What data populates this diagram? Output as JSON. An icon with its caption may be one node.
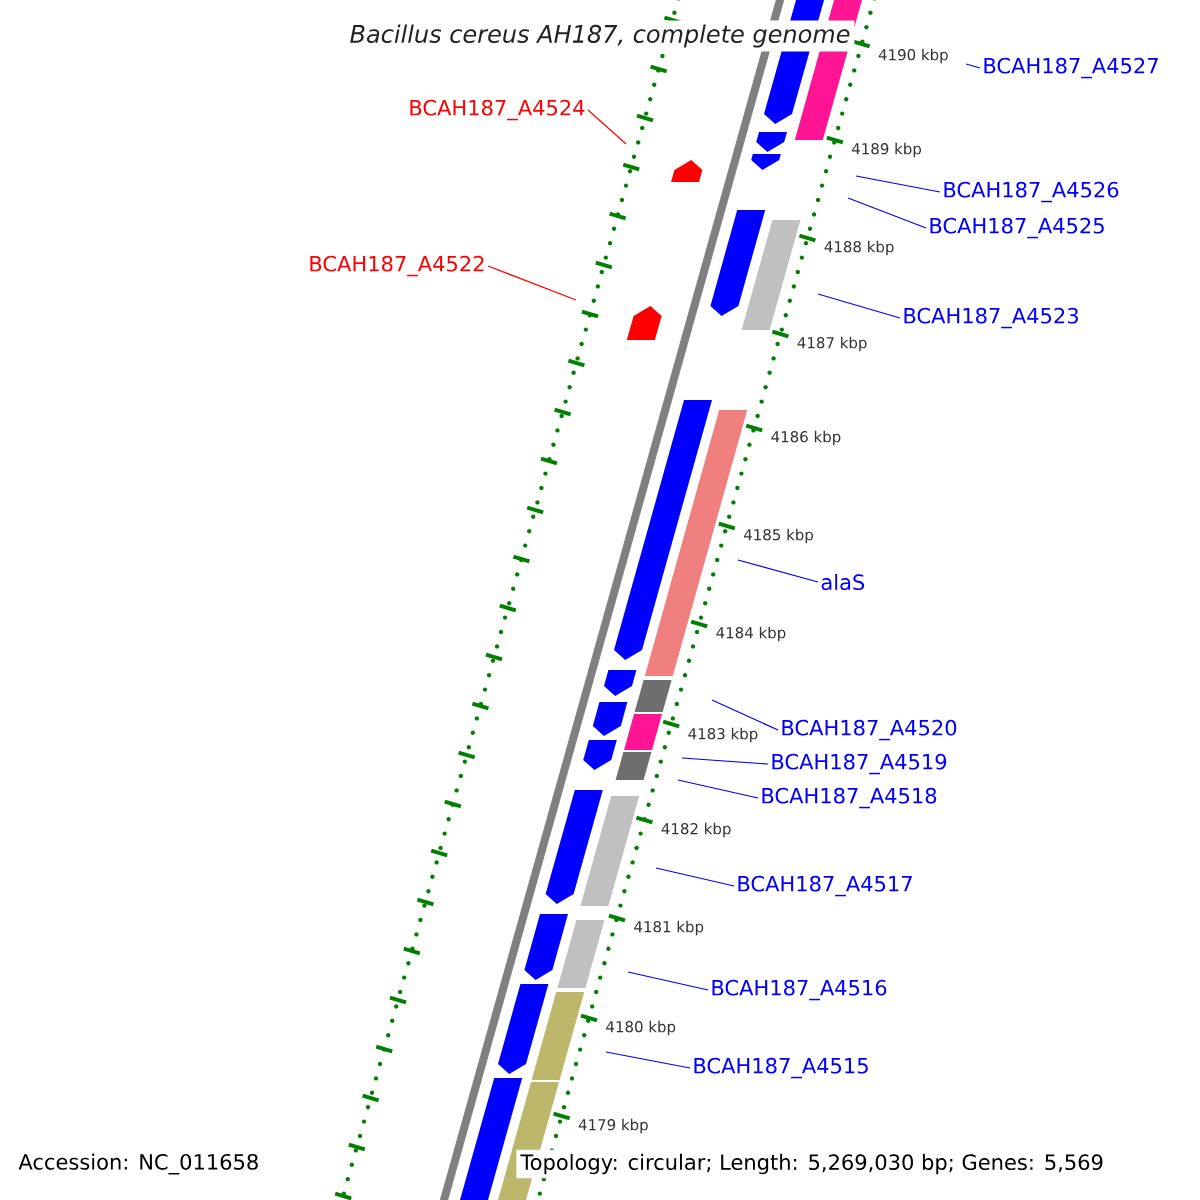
{
  "diagram": {
    "title": "Bacillus cereus AH187, complete genome",
    "nodes": [
      {
        "text": [
          "BCAH187_A4527"
        ]
      },
      {
        "text": [
          "BCAH187_A4524"
        ]
      },
      {
        "text": [
          "BCAH187_A4526"
        ]
      },
      {
        "text": [
          "BCAH187_A4525"
        ]
      },
      {
        "text": [
          "BCAH187_A4522"
        ]
      },
      {
        "text": [
          "BCAH187_A4523"
        ]
      },
      {
        "text": [
          "alaS"
        ]
      },
      {
        "text": [
          "BCAH187_A4520"
        ]
      },
      {
        "text": [
          "BCAH187_A4519"
        ]
      },
      {
        "text": [
          "BCAH187_A4518"
        ]
      },
      {
        "text": [
          "BCAH187_A4517"
        ]
      },
      {
        "text": [
          "BCAH187_A4516"
        ]
      },
      {
        "text": [
          "BCAH187_A4515"
        ]
      }
    ],
    "edges": [
      {
        "from": 0,
        "to": null,
        "arrow": "none"
      },
      {
        "from": 1,
        "to": null,
        "arrow": "none",
        "color": "#ff0000"
      },
      {
        "from": 2,
        "to": null,
        "arrow": "none"
      },
      {
        "from": 3,
        "to": null,
        "arrow": "none"
      },
      {
        "from": 4,
        "to": null,
        "arrow": "none",
        "color": "#ff0000"
      },
      {
        "from": 5,
        "to": null,
        "arrow": "none"
      },
      {
        "from": 6,
        "to": null,
        "arrow": "none"
      },
      {
        "from": 7,
        "to": null,
        "arrow": "none"
      },
      {
        "from": 8,
        "to": null,
        "arrow": "none"
      },
      {
        "from": 9,
        "to": null,
        "arrow": "none"
      },
      {
        "from": 10,
        "to": null,
        "arrow": "none"
      },
      {
        "from": 11,
        "to": null,
        "arrow": "none"
      },
      {
        "from": 12,
        "to": null,
        "arrow": "none"
      }
    ],
    "labels": [
      "4190 kbp",
      "4189 kbp",
      "4188 kbp",
      "4187 kbp",
      "4186 kbp",
      "4185 kbp",
      "4184 kbp",
      "4183 kbp",
      "4182 kbp",
      "4181 kbp",
      "4180 kbp",
      "4179 kbp",
      "Accession: NC_011658",
      "Topology: circular; Length: 5,269,030 bp; Genes: 5,569"
    ]
  }
}
